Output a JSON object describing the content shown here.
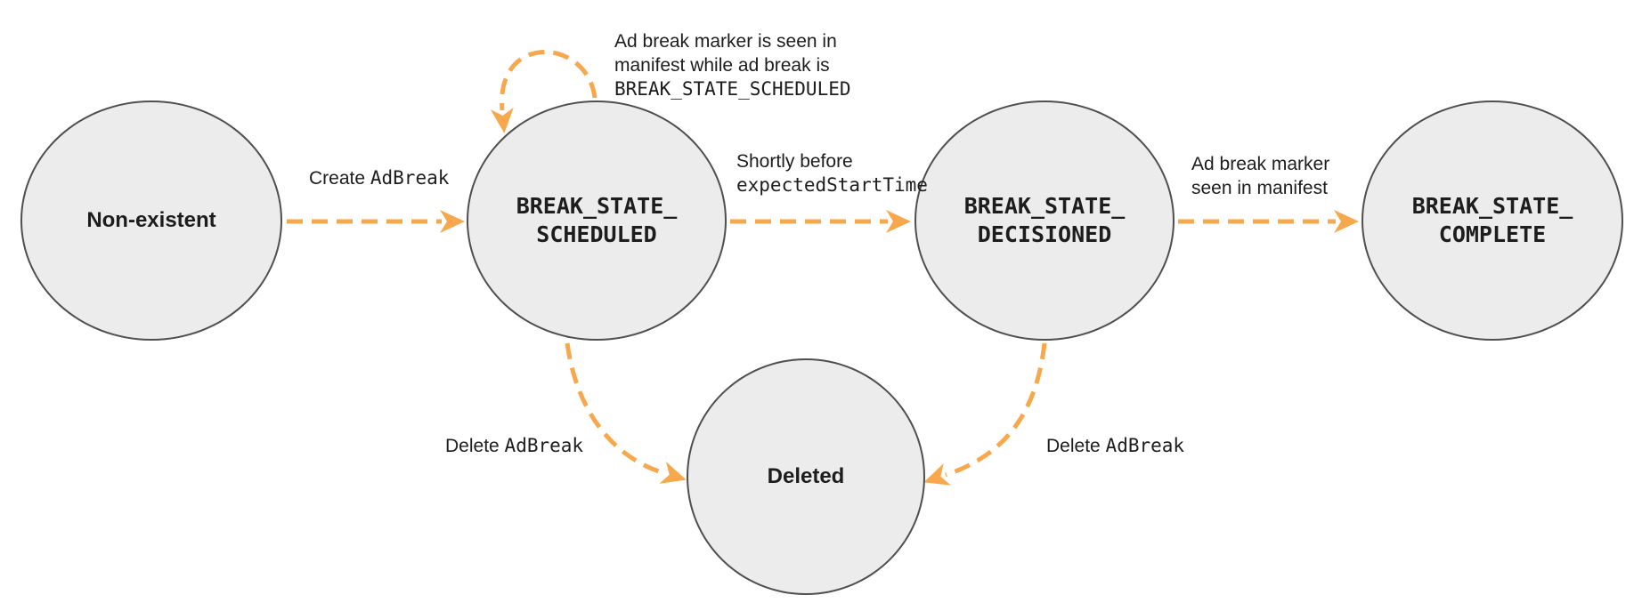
{
  "colors": {
    "arrow": "#F8A84C",
    "state_fill": "#ECECEC",
    "state_border": "#4F4F4F",
    "text": "#1D1D1D",
    "background": "#FFFFFF"
  },
  "states": [
    {
      "label": "Non-existent"
    },
    {
      "label": "BREAK_STATE_\nSCHEDULED"
    },
    {
      "label": "BREAK_STATE_\nDECISIONED"
    },
    {
      "label": "BREAK_STATE_\nCOMPLETE"
    },
    {
      "label": "Deleted"
    }
  ],
  "transitions": {
    "create": {
      "text": "Create",
      "code": "AdBreak"
    },
    "self_loop": {
      "line1": "Ad break marker is seen in",
      "line2": "manifest while ad break is",
      "code": "BREAK_STATE_SCHEDULED"
    },
    "before_start": {
      "text": "Shortly before",
      "code": "expectedStartTime"
    },
    "marker_seen": {
      "line1": "Ad break marker",
      "line2": "seen in manifest"
    },
    "delete_scheduled": {
      "text": "Delete",
      "code": "AdBreak"
    },
    "delete_decisioned": {
      "text": "Delete",
      "code": "AdBreak"
    }
  }
}
